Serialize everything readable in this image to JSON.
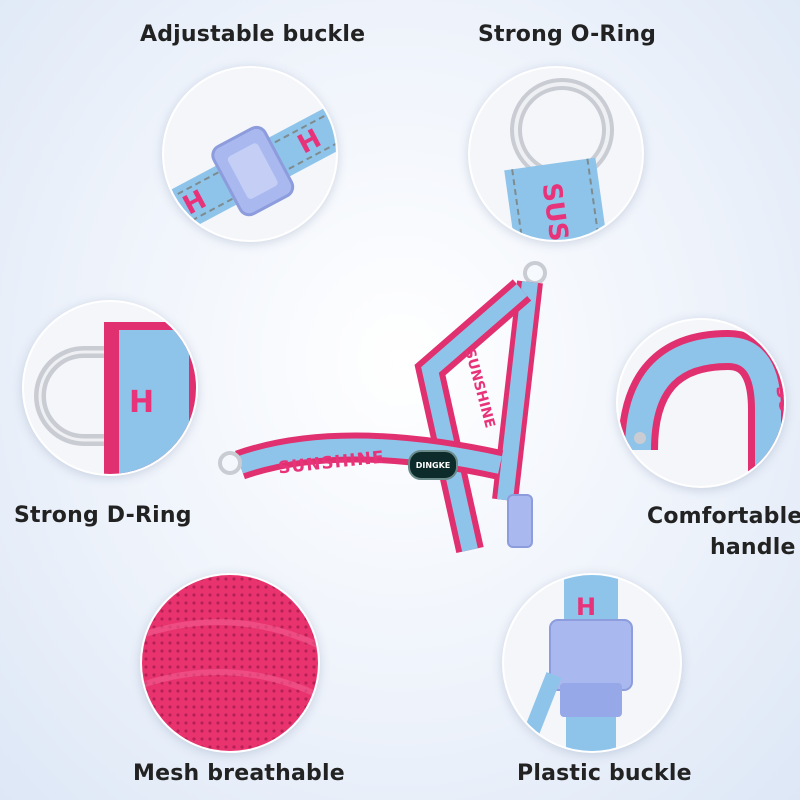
{
  "labels": {
    "adjustable_buckle": "Adjustable buckle",
    "o_ring": "Strong O-Ring",
    "d_ring": "Strong D-Ring",
    "handle_line1": "Comfortable",
    "handle_line2": "handle",
    "mesh": "Mesh breathable",
    "plastic_buckle": "Plastic buckle"
  },
  "product": {
    "brand_tag": "DINGKE",
    "strap_text": "SUNSHINE"
  },
  "colors": {
    "strap_blue": "#8ec4ea",
    "padding_pink": "#e0306f",
    "lettering_pink": "#e8337a",
    "buckle_lavender": "#a9b8ef",
    "metal": "#c9ccd2",
    "mesh_pink": "#e8336f"
  }
}
